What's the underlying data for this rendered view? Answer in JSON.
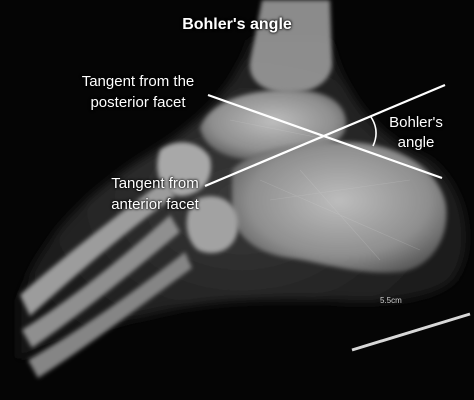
{
  "title": "Bohler's angle",
  "labels": {
    "posterior_l1": "Tangent from the",
    "posterior_l2": "posterior facet",
    "anterior_l1": "Tangent from",
    "anterior_l2": "anterior facet",
    "angle_l1": "Bohler's",
    "angle_l2": "angle",
    "scale": "5.5cm"
  },
  "colors": {
    "background": "#050505",
    "bone": "#c8c8c8",
    "lines": "#ffffff",
    "text": "#ffffff"
  }
}
